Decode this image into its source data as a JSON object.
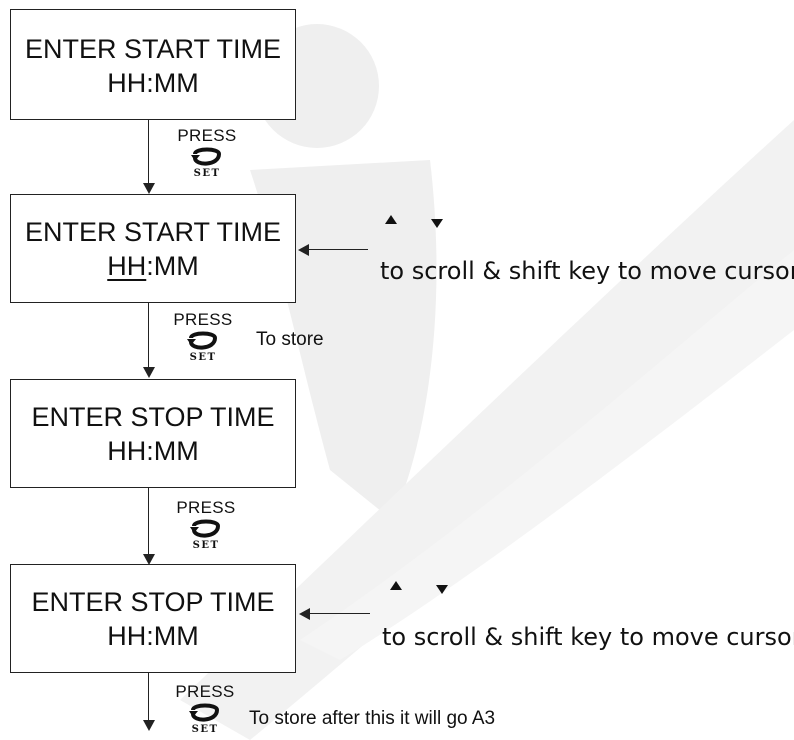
{
  "boxes": [
    {
      "line1": "ENTER START TIME",
      "line2": "HH:MM",
      "underline": ""
    },
    {
      "line1": "ENTER START TIME",
      "line2_underlined": "HH",
      "line2_rest": ":MM",
      "underline": "HH"
    },
    {
      "line1": "ENTER STOP TIME",
      "line2": "HH:MM",
      "underline": ""
    },
    {
      "line1": "ENTER STOP TIME",
      "line2": "HH:MM",
      "underline": ""
    }
  ],
  "steps": [
    {
      "press": "PRESS",
      "key": "SET",
      "note": ""
    },
    {
      "press": "PRESS",
      "key": "SET",
      "note": "To store"
    },
    {
      "press": "PRESS",
      "key": "SET",
      "note": ""
    },
    {
      "press": "PRESS",
      "key": "SET",
      "note": "To store after this it will go A3"
    }
  ],
  "hints": [
    {
      "text": "to scroll & shift key to move cursor",
      "icons": [
        "up-triangle-icon",
        "down-triangle-icon"
      ]
    },
    {
      "text": "to scroll & shift key to move cursor",
      "icons": [
        "up-triangle-icon",
        "down-triangle-icon"
      ]
    }
  ],
  "colors": {
    "line": "#222222",
    "watermark": "#ececec"
  }
}
